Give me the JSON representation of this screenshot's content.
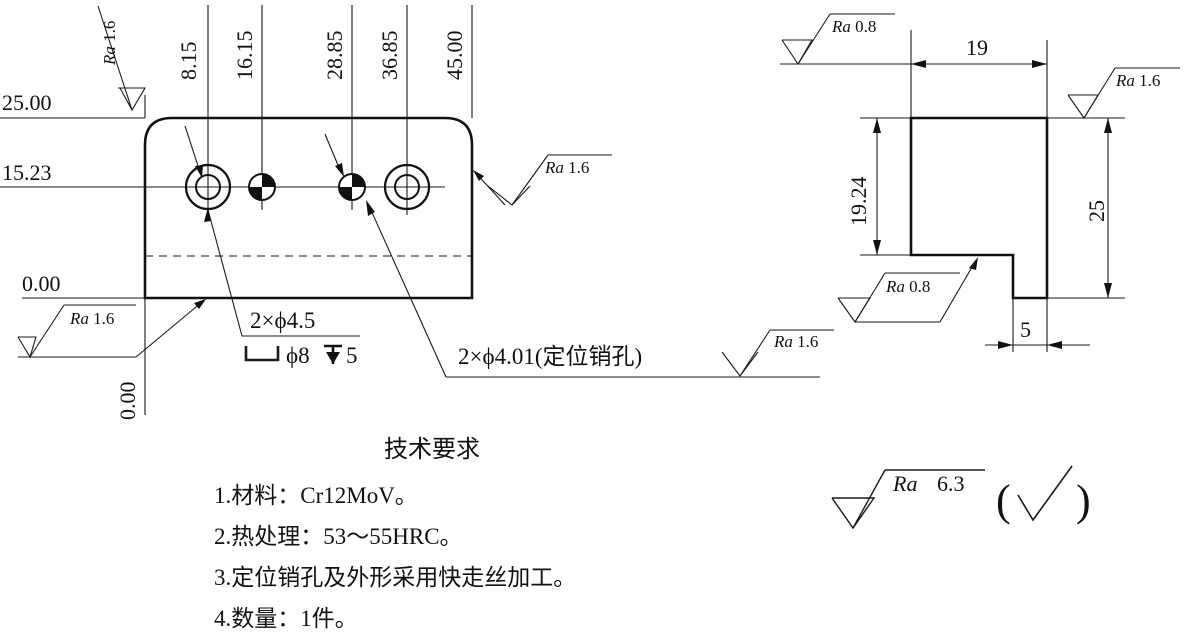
{
  "drawing": {
    "front_view": {
      "x_dims": [
        "8.15",
        "16.15",
        "28.85",
        "36.85",
        "45.00"
      ],
      "y_dims": [
        "25.00",
        "15.23",
        "0.00"
      ],
      "x_zero": "0.00",
      "hole_callout_1": "2×ϕ4.5",
      "hole_callout_2": "ϕ8",
      "hole_callout_2_depth": "5",
      "pin_hole_callout": "2×ϕ4.01(定位销孔)"
    },
    "side_view": {
      "width": "19",
      "height_left": "19.24",
      "height_right": "25",
      "step": "5"
    },
    "roughness": {
      "ra_label": "Ra",
      "top_left": "1.6",
      "right_front": "1.6",
      "bottom_left": "1.6",
      "pin_hole": "1.6",
      "side_top_left": "0.8",
      "side_top_right": "1.6",
      "side_inner": "0.8",
      "general": "6.3"
    },
    "tech_requirements": {
      "title": "技术要求",
      "items": [
        "1.材料：Cr12MoV。",
        "2.热处理：53～55HRC。",
        "3.定位销孔及外形采用快走丝加工。",
        "4.数量：1件。"
      ]
    }
  }
}
